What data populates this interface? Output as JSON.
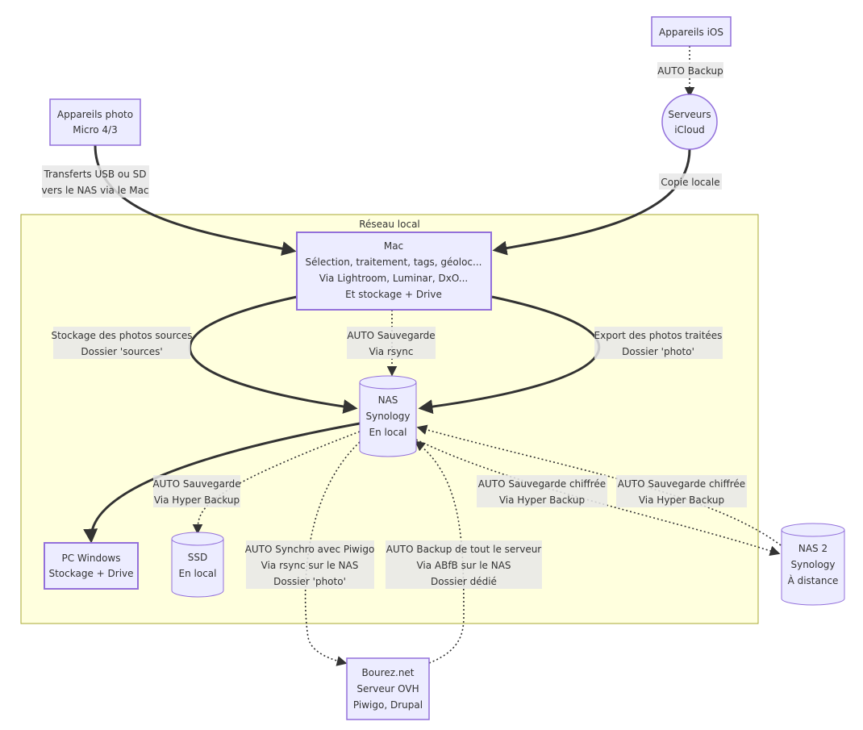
{
  "cluster": {
    "title": "Réseau local"
  },
  "nodes": {
    "appareils_photo": [
      "Appareils photo",
      "Micro 4/3"
    ],
    "appareils_ios": [
      "Appareils iOS"
    ],
    "serveurs_icloud": [
      "Serveurs",
      "iCloud"
    ],
    "mac": [
      "Mac",
      "Sélection, traitement, tags, géoloc...",
      "Via Lightroom, Luminar, DxO...",
      "Et stockage + Drive"
    ],
    "nas": [
      "NAS",
      "Synology",
      "En local"
    ],
    "pc_windows": [
      "PC Windows",
      "Stockage + Drive"
    ],
    "ssd": [
      "SSD",
      "En local"
    ],
    "nas2": [
      "NAS 2",
      "Synology",
      "À distance"
    ],
    "bourez": [
      "Bourez.net",
      "Serveur OVH",
      "Piwigo, Drupal"
    ]
  },
  "edge_labels": {
    "ios_to_icloud": [
      "AUTO Backup"
    ],
    "photo_to_mac": [
      "Transferts USB ou SD",
      "vers le NAS via le Mac"
    ],
    "icloud_to_mac": [
      "Copie locale"
    ],
    "mac_sources": [
      "Stockage des photos sources",
      "Dossier 'sources'"
    ],
    "mac_rsync": [
      "AUTO Sauvegarde",
      "Via rsync"
    ],
    "mac_export": [
      "Export des photos traitées",
      "Dossier 'photo'"
    ],
    "nas_ssd": [
      "AUTO Sauvegarde",
      "Via Hyper Backup"
    ],
    "nas_nas2": [
      "AUTO Sauvegarde chiffrée",
      "Via Hyper Backup"
    ],
    "nas2_nas": [
      "AUTO Sauvegarde chiffrée",
      "Via Hyper Backup"
    ],
    "nas_bourez": [
      "AUTO Synchro avec Piwigo",
      "Via rsync sur le NAS",
      "Dossier 'photo'"
    ],
    "bourez_nas": [
      "AUTO Backup de tout le serveur",
      "Via ABfB sur le NAS",
      "Dossier dédié"
    ]
  }
}
